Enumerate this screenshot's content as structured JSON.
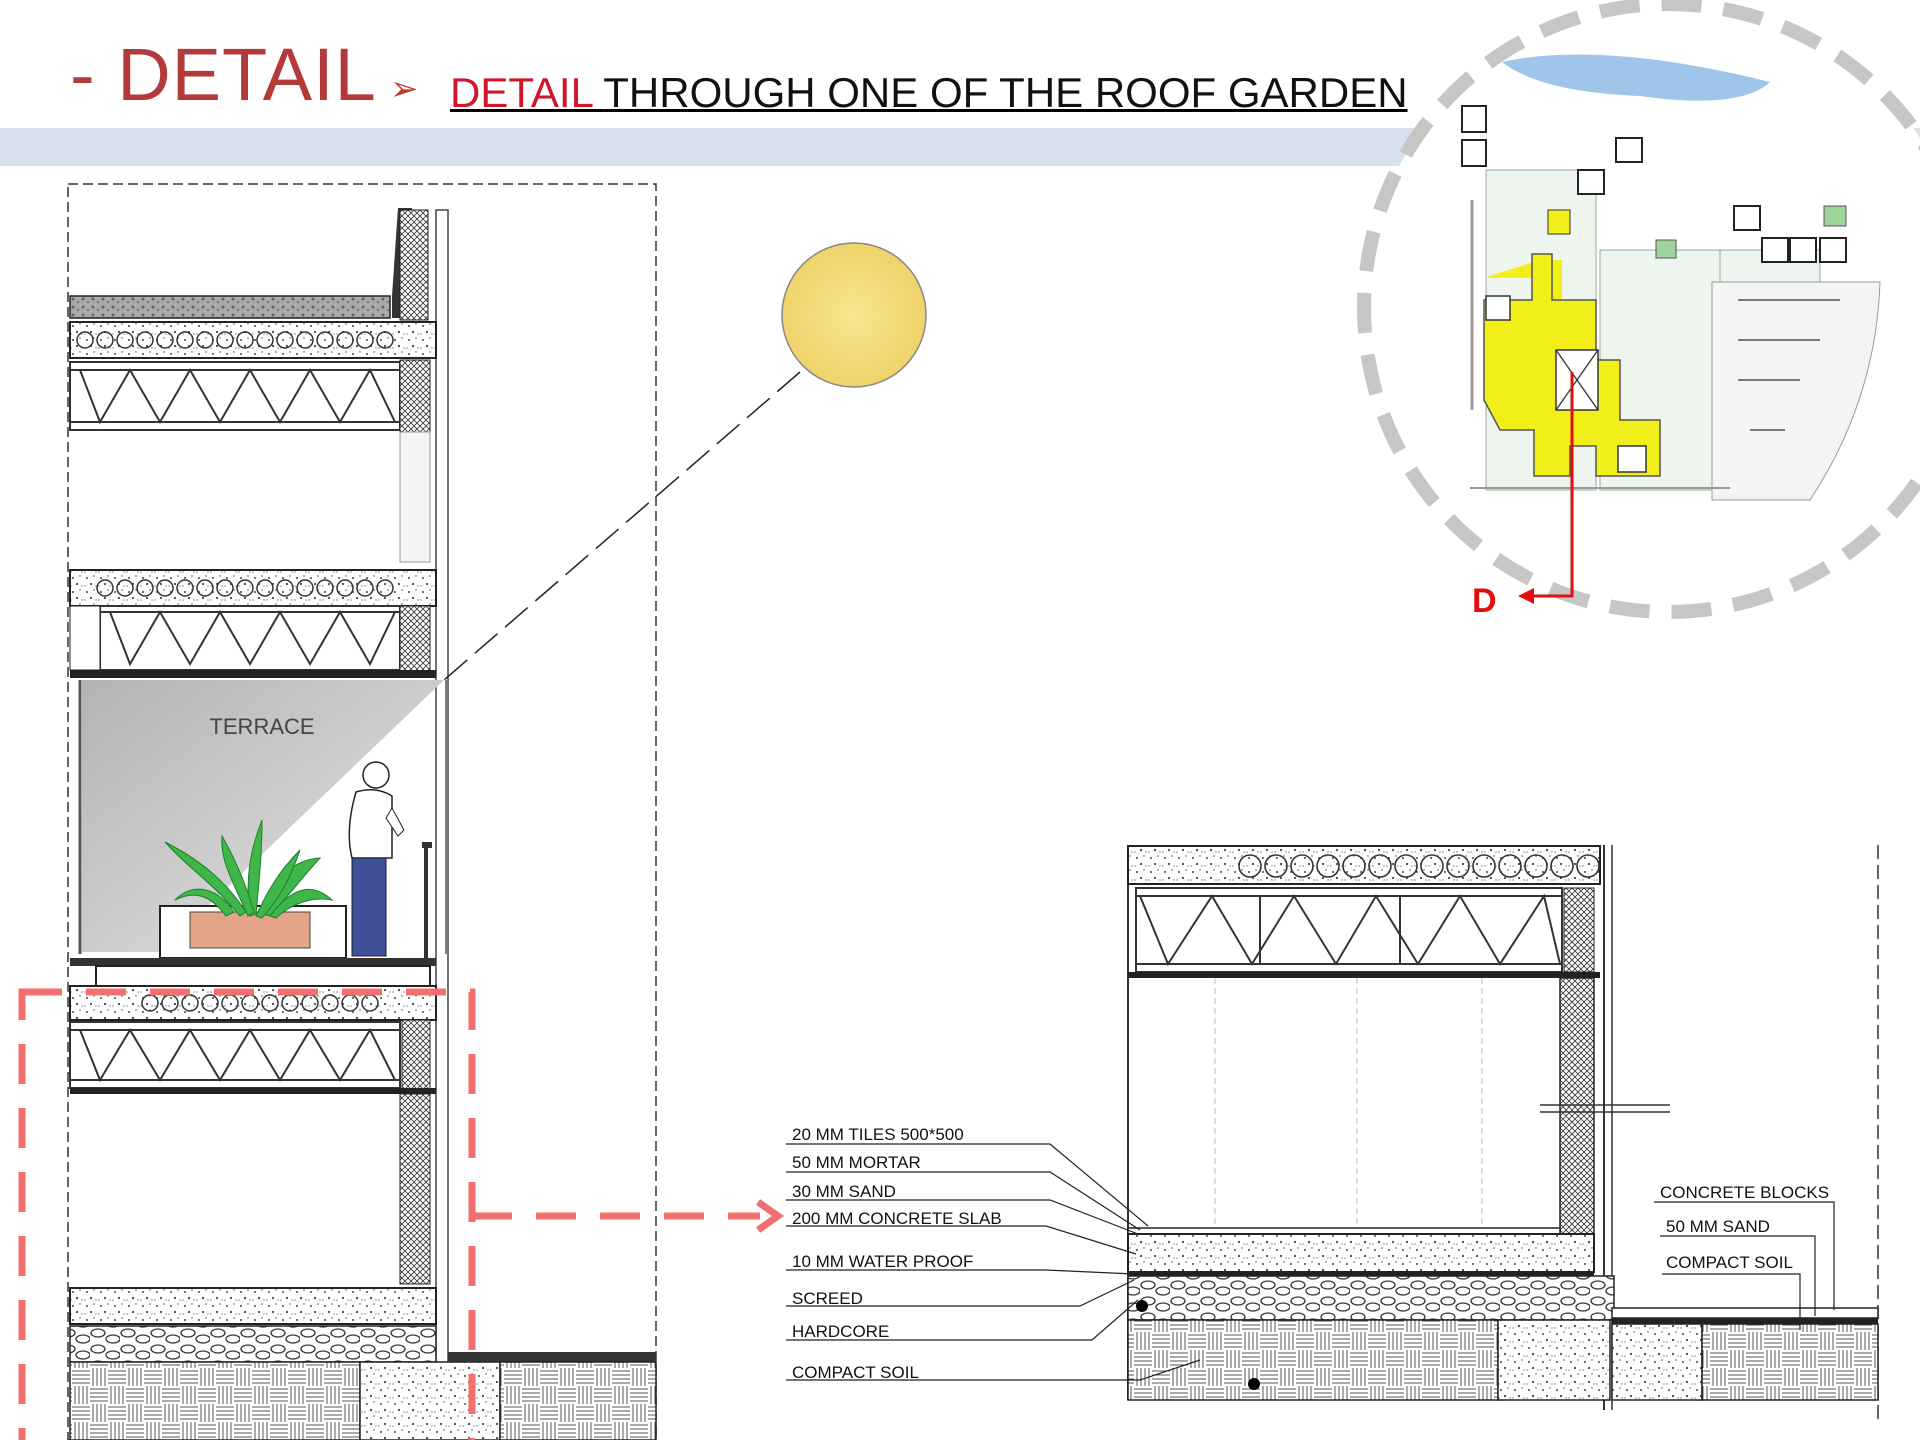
{
  "header": {
    "main_title": "- DETAIL",
    "subtitle_red": "DETAIL ",
    "subtitle_black": "THROUGH ONE OF THE ROOF GARDEN"
  },
  "section": {
    "terrace_label": "TERRACE"
  },
  "key_plan": {
    "section_marker": "D"
  },
  "floor_layers": [
    "20  MM  TILES  500*500",
    "50  MM  MORTAR",
    "30  MM  SAND",
    "200  MM  CONCRETE  SLAB",
    "10  MM  WATER  PROOF",
    "SCREED",
    "HARDCORE",
    "COMPACT  SOIL"
  ],
  "exterior_layers": [
    "CONCRETE  BLOCKS",
    "50  MM  SAND",
    "COMPACT  SOIL"
  ],
  "colors": {
    "title_red": "#b23a3a",
    "accent_red": "#d0162b",
    "dashed_pink": "#f07070",
    "band_blue": "#d7e1ee",
    "plan_yellow": "#f2ee1a",
    "sun_yellow": "#f5dd7a"
  }
}
